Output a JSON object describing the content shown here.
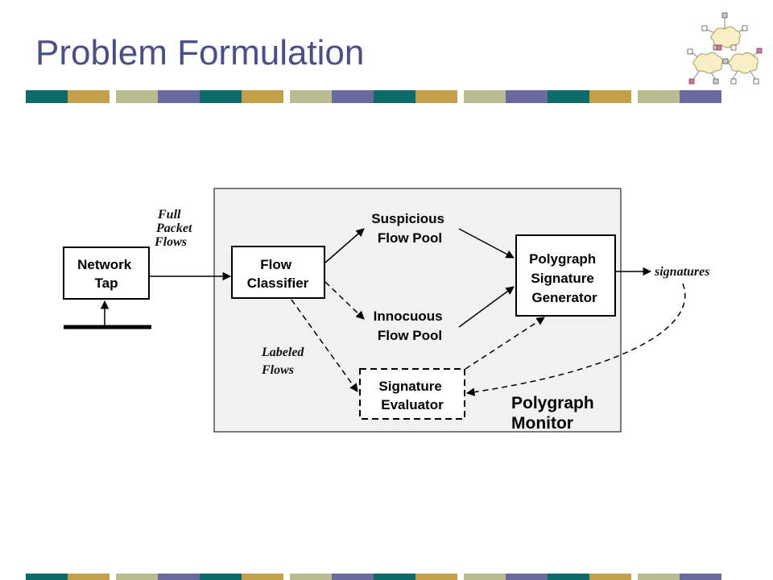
{
  "slide": {
    "title": "Problem Formulation"
  },
  "theme": {
    "title_color": "#4a4f8c",
    "stripe_colors": [
      "#0d6b6a",
      "#c4a04c",
      "#b9bd8f",
      "#6a6a9e"
    ]
  },
  "diagram": {
    "monitor_label": [
      "Polygraph",
      "Monitor"
    ],
    "nodes": {
      "network_tap": [
        "Network",
        "Tap"
      ],
      "flow_classifier": [
        "Flow",
        "Classifier"
      ],
      "suspicious_pool": [
        "Suspicious",
        "Flow Pool"
      ],
      "innocuous_pool": [
        "Innocuous",
        "Flow Pool"
      ],
      "signature_generator": [
        "Polygraph",
        "Signature",
        "Generator"
      ],
      "signature_evaluator": [
        "Signature",
        "Evaluator"
      ]
    },
    "edge_labels": {
      "full_packet_flows": [
        "Full",
        "Packet",
        "Flows"
      ],
      "labeled_flows": [
        "Labeled",
        "Flows"
      ],
      "signatures": "signatures"
    }
  }
}
